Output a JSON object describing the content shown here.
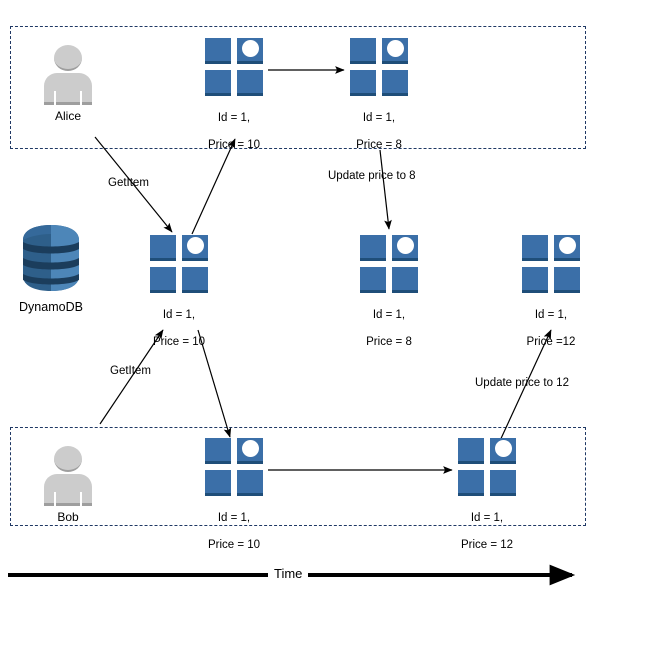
{
  "diagram": {
    "title": "DynamoDB concurrent update (lost update) sequence",
    "colors": {
      "item_blue": "#3B6FA8",
      "item_blue_dark": "#1F4E79",
      "lane_border": "#1F3864",
      "actor_gray": "#CCCCCC",
      "arrow": "#000000"
    }
  },
  "lanes": [
    {
      "id": "alice-lane",
      "actor": "Alice"
    },
    {
      "id": "bob-lane",
      "actor": "Bob"
    }
  ],
  "actors": {
    "alice": {
      "name": "Alice",
      "icon": "user-avatar-icon"
    },
    "bob": {
      "name": "Bob",
      "icon": "user-avatar-icon"
    }
  },
  "database": {
    "name": "DynamoDB",
    "icon": "dynamodb-logo-icon"
  },
  "items": [
    {
      "id": "alice-item-1",
      "lane": "alice",
      "line1": "Id = 1,",
      "line2": "Price = 10",
      "id_value": 1,
      "price": 10
    },
    {
      "id": "alice-item-2",
      "lane": "alice",
      "line1": "Id = 1,",
      "line2": "Price = 8",
      "id_value": 1,
      "price": 8
    },
    {
      "id": "db-item-1",
      "lane": "dynamodb",
      "line1": "Id = 1,",
      "line2": "Price = 10",
      "id_value": 1,
      "price": 10
    },
    {
      "id": "db-item-2",
      "lane": "dynamodb",
      "line1": "Id = 1,",
      "line2": "Price = 8",
      "id_value": 1,
      "price": 8
    },
    {
      "id": "db-item-3",
      "lane": "dynamodb",
      "line1": "Id = 1,",
      "line2": "Price =12",
      "id_value": 1,
      "price": 12
    },
    {
      "id": "bob-item-1",
      "lane": "bob",
      "line1": "Id = 1,",
      "line2": "Price = 10",
      "id_value": 1,
      "price": 10
    },
    {
      "id": "bob-item-2",
      "lane": "bob",
      "line1": "Id = 1,",
      "line2": "Price = 12",
      "id_value": 1,
      "price": 12
    }
  ],
  "edges": [
    {
      "id": "alice-getitem",
      "label": "GetItem",
      "from": "Alice",
      "to": "DynamoDB"
    },
    {
      "id": "alice-getitem-response",
      "label": "",
      "from": "DynamoDB",
      "to": "Alice"
    },
    {
      "id": "alice-update",
      "label": "Update price to 8",
      "from": "Alice",
      "to": "DynamoDB"
    },
    {
      "id": "bob-getitem",
      "label": "GetItem",
      "from": "Bob",
      "to": "DynamoDB"
    },
    {
      "id": "bob-getitem-response",
      "label": "",
      "from": "DynamoDB",
      "to": "Bob"
    },
    {
      "id": "bob-update",
      "label": "Update price to 12",
      "from": "Bob",
      "to": "DynamoDB"
    }
  ],
  "axis": {
    "label": "Time"
  }
}
